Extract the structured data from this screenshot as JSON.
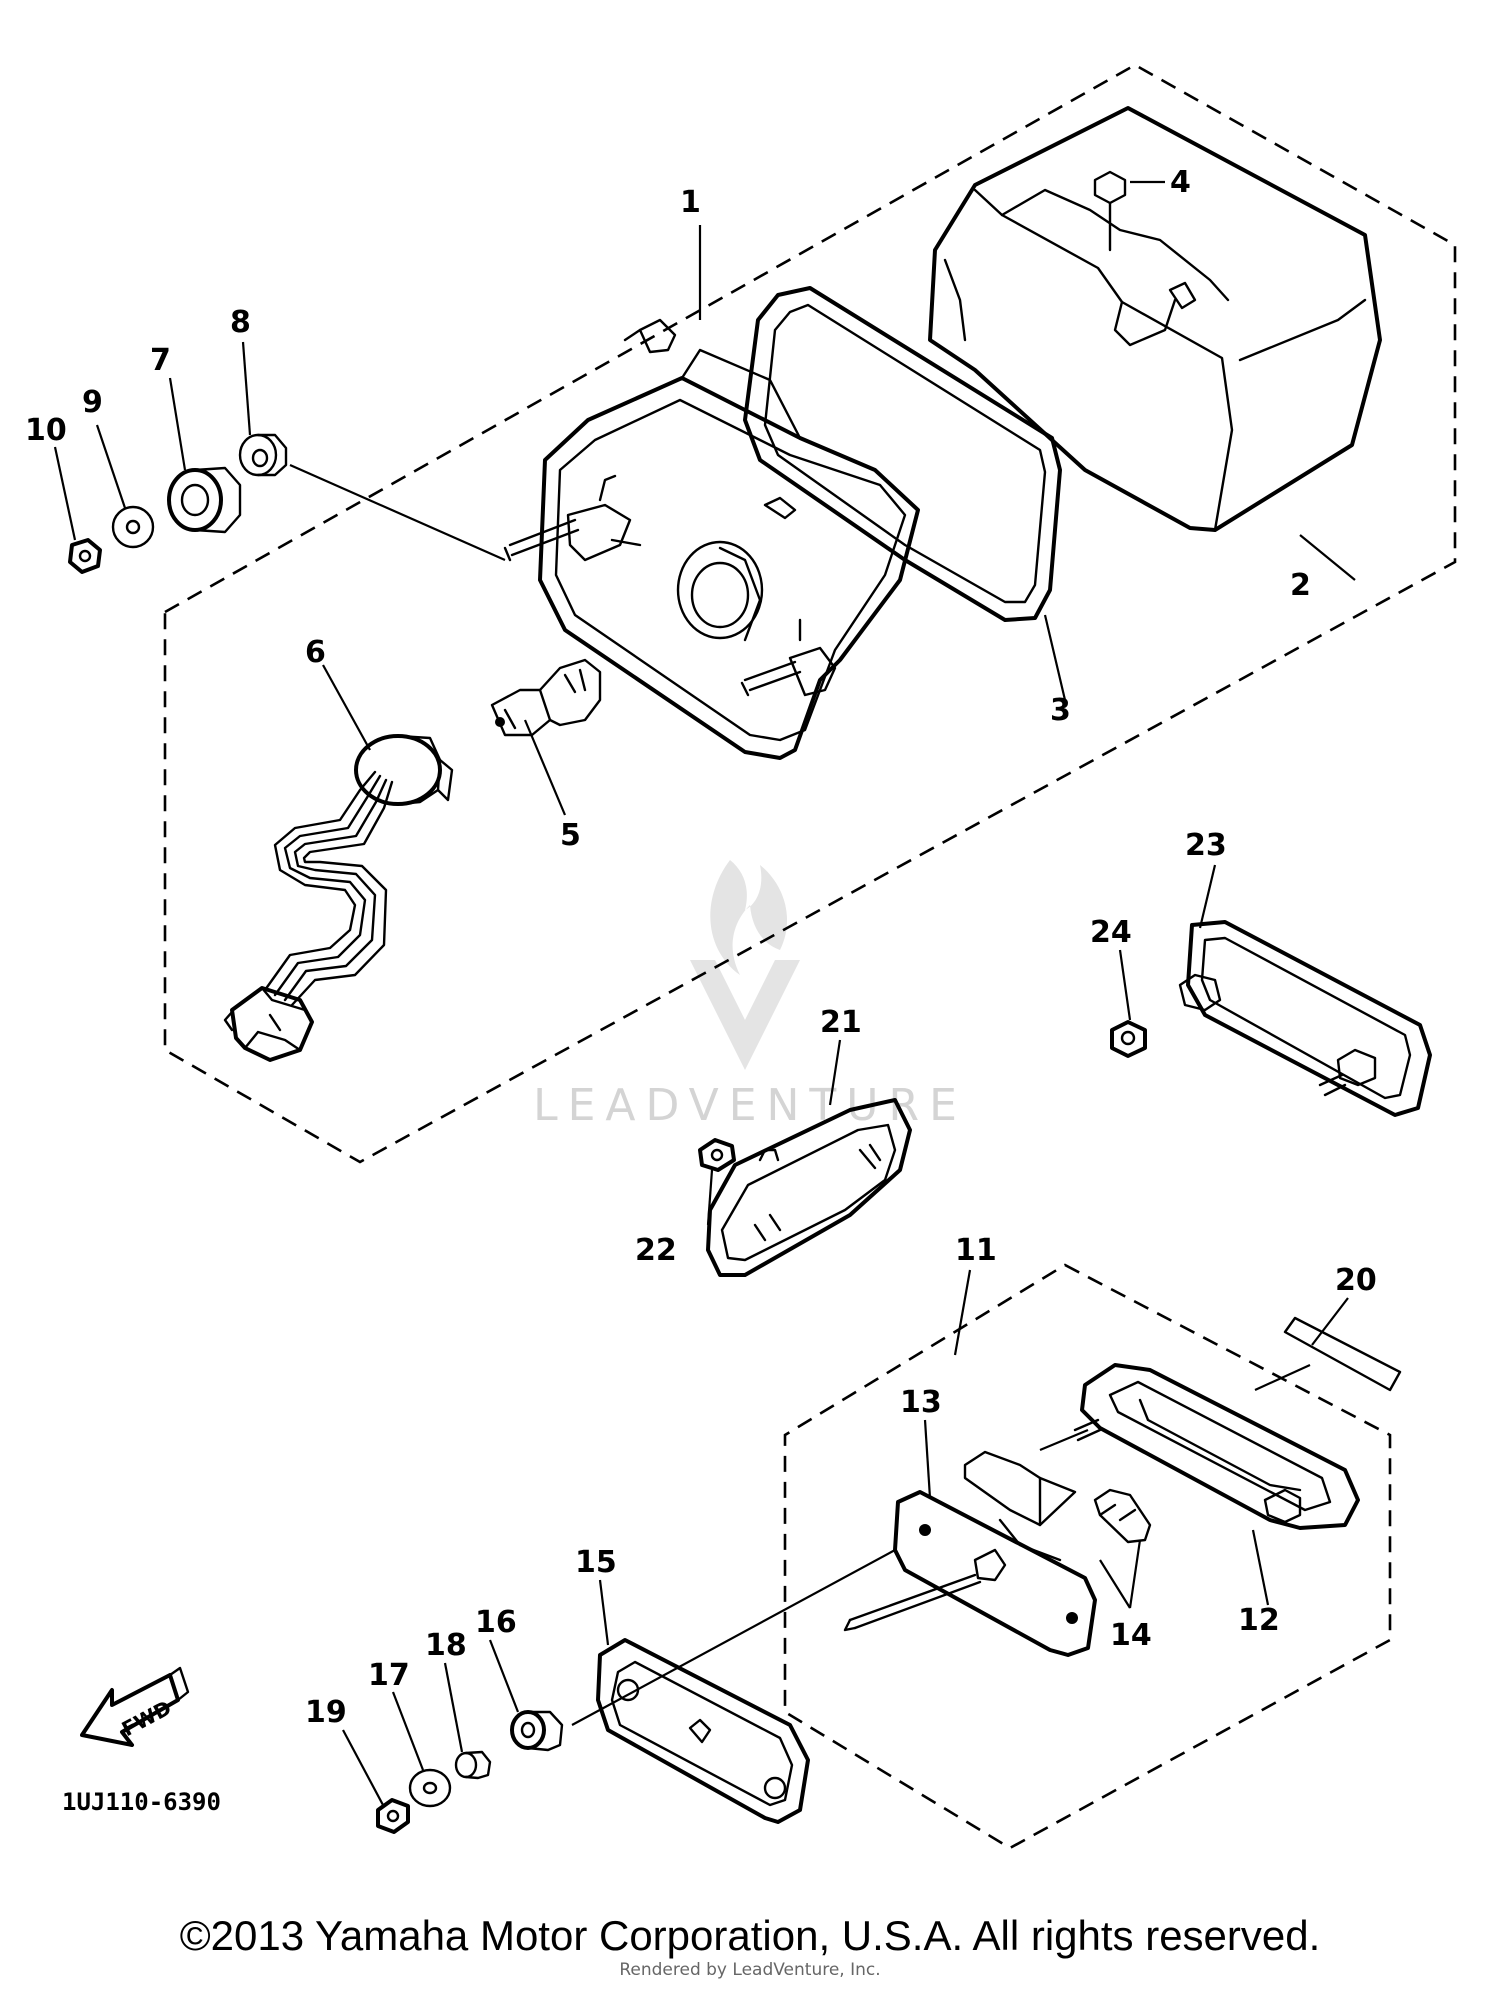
{
  "diagram": {
    "part_numbers": [
      "1",
      "2",
      "3",
      "4",
      "5",
      "6",
      "7",
      "8",
      "9",
      "10",
      "11",
      "12",
      "13",
      "14",
      "15",
      "16",
      "17",
      "18",
      "19",
      "20",
      "21",
      "22",
      "23",
      "24"
    ],
    "figure_code": "1UJ110-6390",
    "fwd_label": "FWD",
    "watermark": "LEADVENTURE"
  },
  "footer": {
    "copyright": "©2013 Yamaha Motor Corporation, U.S.A. All rights reserved.",
    "rendered_by": "Rendered by LeadVenture, Inc."
  }
}
